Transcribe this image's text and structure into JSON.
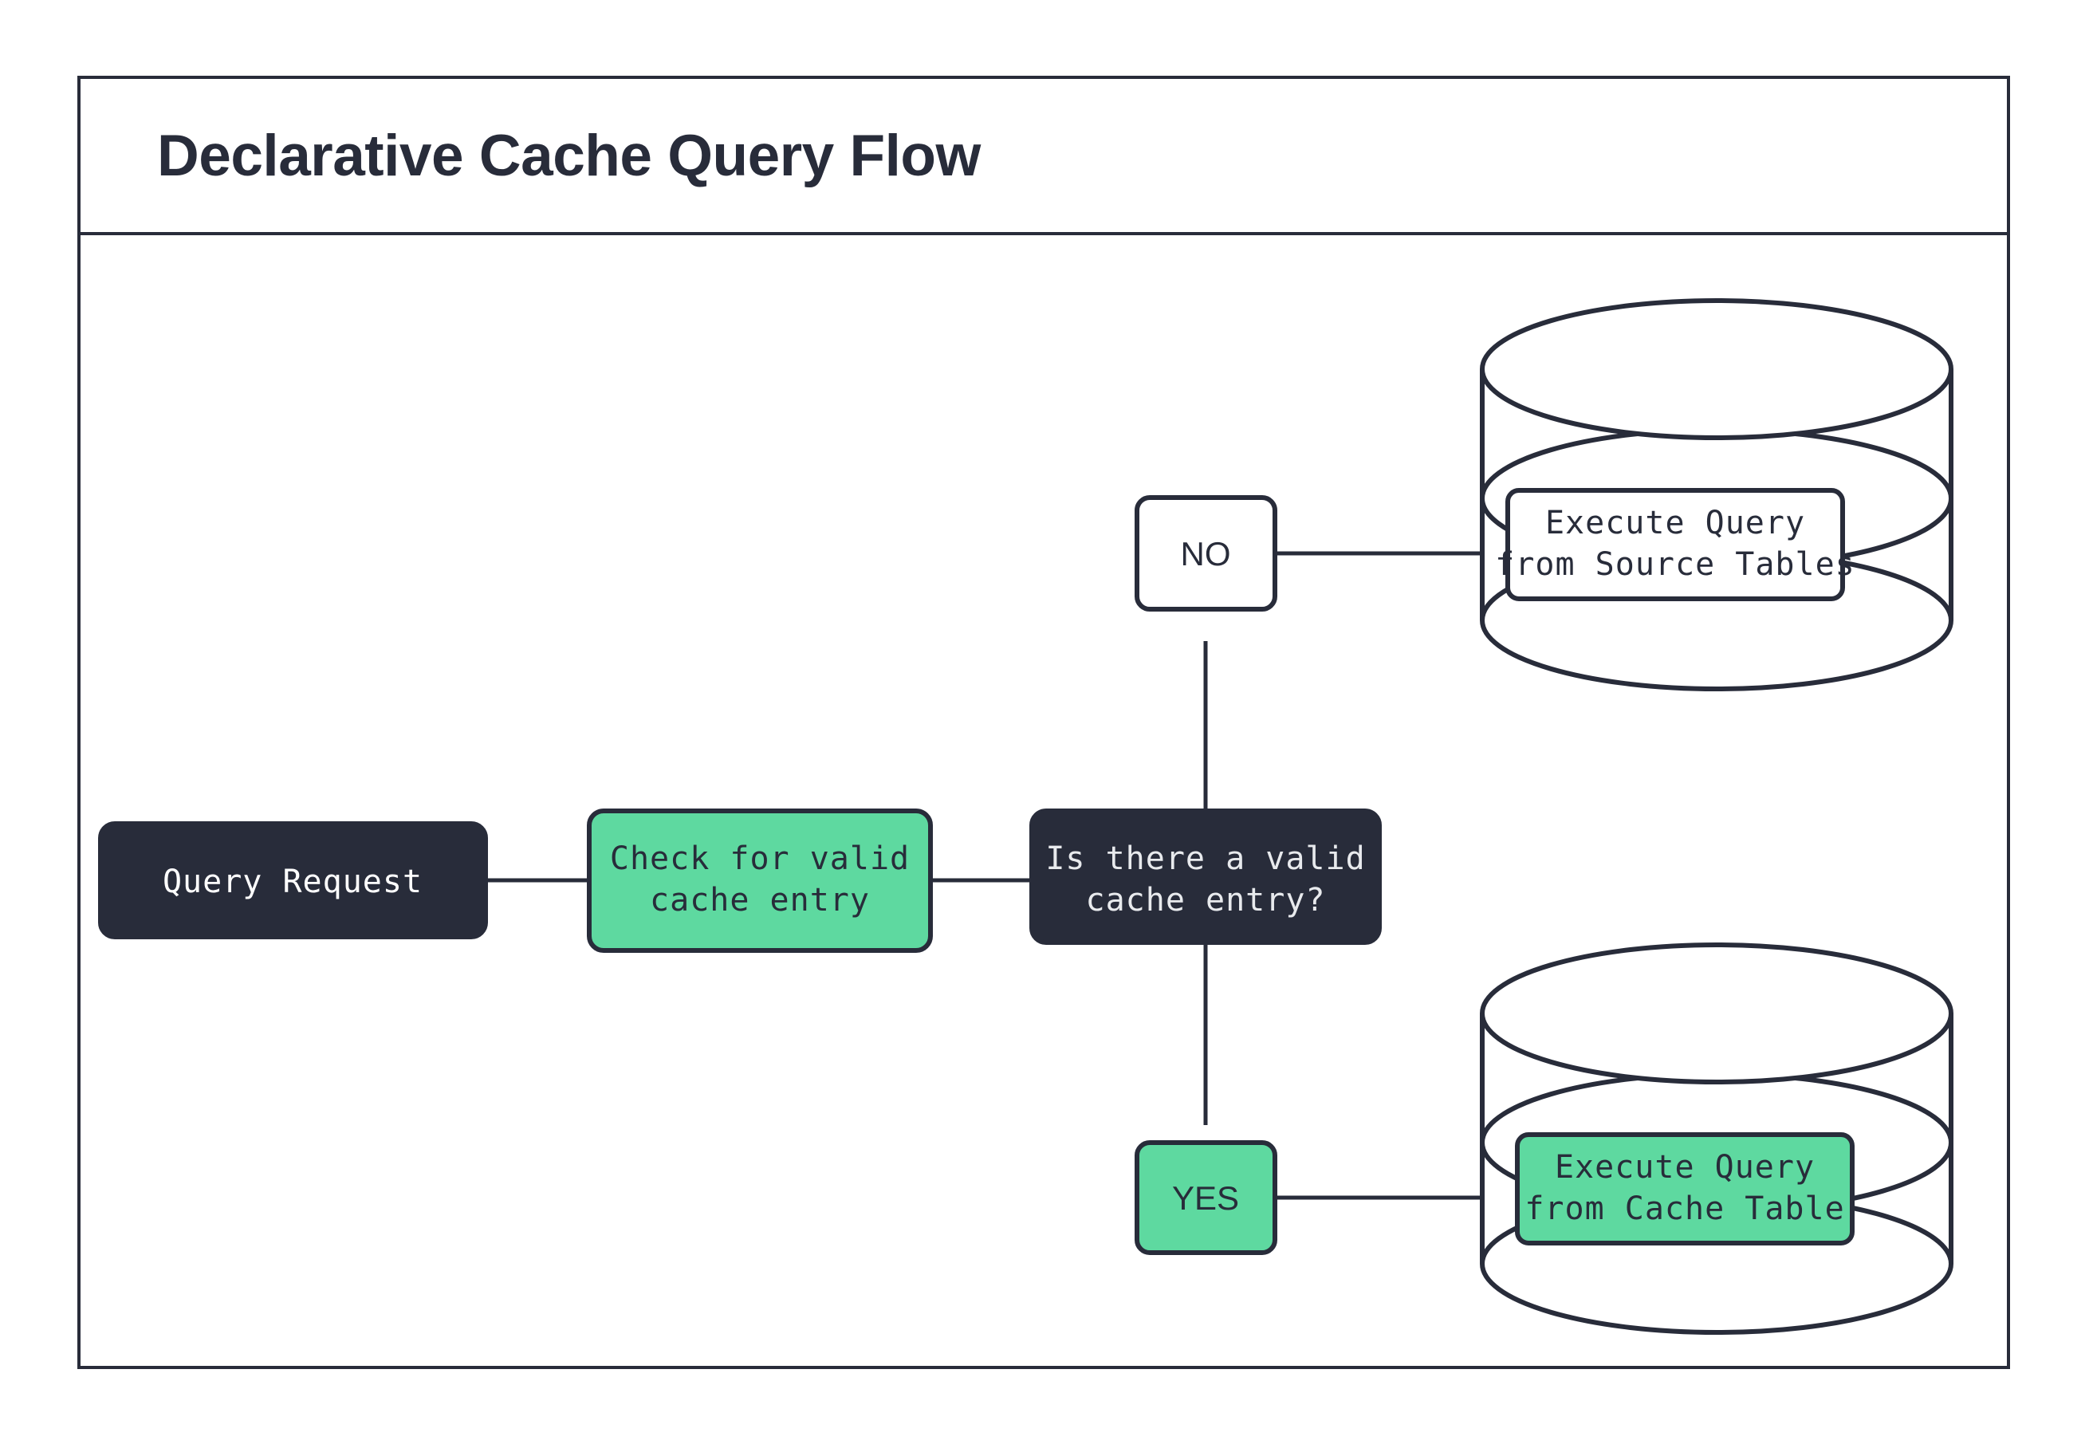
{
  "page": {
    "background_color": "#ffffff",
    "border_color": "#282c3a"
  },
  "header": {
    "title": "Declarative Cache Query Flow"
  },
  "theme": {
    "dark": "#282c3a",
    "green": "#5ed9a0",
    "white": "#ffffff",
    "text_light": "#e8eaed",
    "text_dark": "#282c3a"
  },
  "diagram": {
    "type": "flowchart",
    "nodes": [
      {
        "id": "query-request",
        "label": "Query Request",
        "shape": "rounded-rect",
        "fill": "#282c3a",
        "text_color": "#ffffff"
      },
      {
        "id": "check-cache",
        "label_line1": "Check for valid",
        "label_line2": "cache entry",
        "shape": "rounded-rect",
        "fill": "#5ed9a0",
        "text_color": "#282c3a"
      },
      {
        "id": "decision",
        "label_line1": "Is there a valid",
        "label_line2": "cache entry?",
        "shape": "rounded-rect",
        "fill": "#282c3a",
        "text_color": "#e8eaed"
      },
      {
        "id": "branch-no",
        "label": "NO",
        "shape": "rounded-rect",
        "fill": "#ffffff",
        "text_color": "#282c3a"
      },
      {
        "id": "branch-yes",
        "label": "YES",
        "shape": "rounded-rect",
        "fill": "#5ed9a0",
        "text_color": "#282c3a"
      },
      {
        "id": "source-db",
        "label_line1": "Execute Query",
        "label_line2": "from Source Tables",
        "shape": "cylinder",
        "fill": "#ffffff",
        "text_color": "#282c3a"
      },
      {
        "id": "cache-db",
        "label_line1": "Execute Query",
        "label_line2": "from Cache Table",
        "shape": "cylinder",
        "fill": "#5ed9a0",
        "text_color": "#282c3a"
      }
    ],
    "edges": [
      {
        "from": "query-request",
        "to": "check-cache"
      },
      {
        "from": "check-cache",
        "to": "decision"
      },
      {
        "from": "decision",
        "to": "branch-no"
      },
      {
        "from": "branch-no",
        "to": "source-db"
      },
      {
        "from": "decision",
        "to": "branch-yes"
      },
      {
        "from": "branch-yes",
        "to": "cache-db"
      }
    ]
  }
}
